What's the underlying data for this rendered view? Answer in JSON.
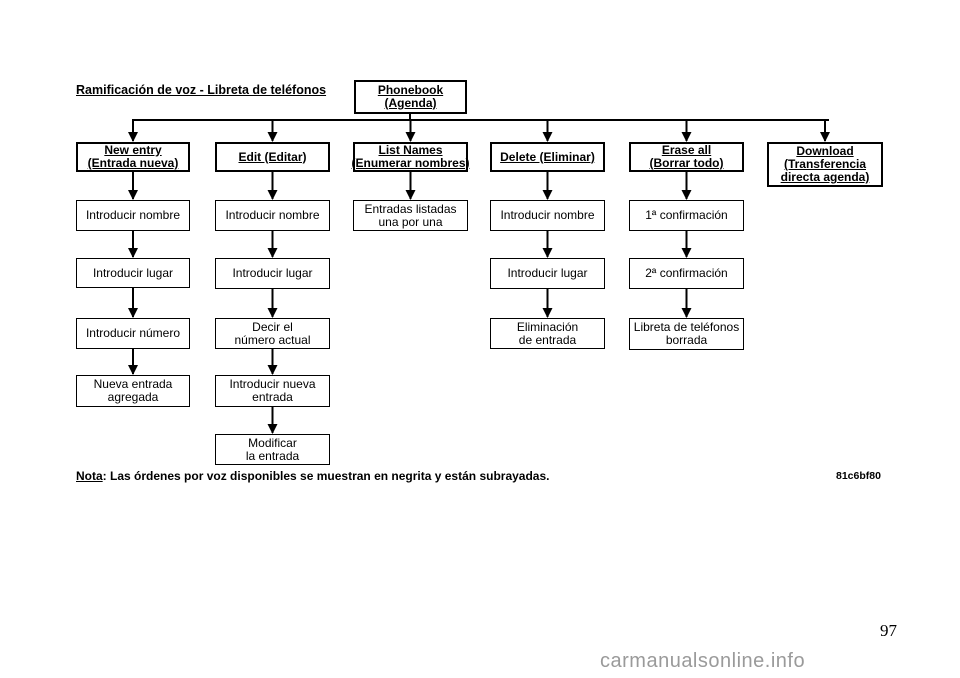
{
  "title": "Ramificación de voz - Libreta de teléfonos",
  "root": {
    "line1": "Phonebook",
    "line2": "(Agenda)"
  },
  "columns": [
    {
      "header": [
        "New entry",
        "(Entrada nueva)"
      ],
      "steps": [
        [
          "Introducir nombre"
        ],
        [
          "Introducir lugar"
        ],
        [
          "Introducir número"
        ],
        [
          "Nueva entrada",
          "agregada"
        ]
      ]
    },
    {
      "header": [
        "Edit (Editar)"
      ],
      "steps": [
        [
          "Introducir nombre"
        ],
        [
          "Introducir lugar"
        ],
        [
          "Decir el",
          "número actual"
        ],
        [
          "Introducir nueva",
          "entrada"
        ],
        [
          "Modificar",
          "la entrada"
        ]
      ]
    },
    {
      "header": [
        "List Names",
        "(Enumerar nombres)"
      ],
      "steps": [
        [
          "Entradas listadas",
          "una por una"
        ]
      ]
    },
    {
      "header": [
        "Delete (Eliminar)"
      ],
      "steps": [
        [
          "Introducir nombre"
        ],
        [
          "Introducir lugar"
        ],
        [
          "Eliminación",
          "de entrada"
        ]
      ]
    },
    {
      "header": [
        "Erase all",
        "(Borrar todo)"
      ],
      "steps": [
        [
          "1ª confirmación"
        ],
        [
          "2ª confirmación"
        ],
        [
          "Libreta de teléfonos",
          "borrada"
        ]
      ]
    },
    {
      "header": [
        "Download",
        "(Transferencia",
        "directa agenda)"
      ],
      "steps": []
    }
  ],
  "note": {
    "label": "Nota",
    "text": ": Las órdenes por voz disponibles se muestran en negrita y están subrayadas."
  },
  "code": "81c6bf80",
  "page_number": "97",
  "watermark": "carmanualsonline.info"
}
